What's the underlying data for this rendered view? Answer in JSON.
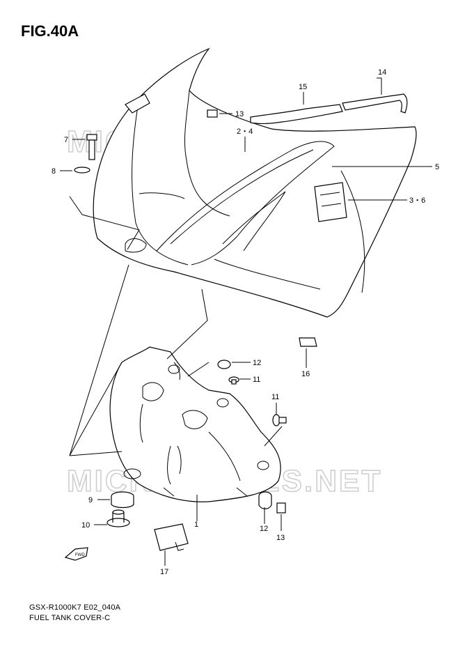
{
  "figure": {
    "title": "FIG.40A",
    "model_code": "GSX-R1000K7 E02_040A",
    "name": "FUEL TANK COVER-C"
  },
  "watermark": "MICROFICHES.NET",
  "fwd_arrow": "FWD",
  "callouts": [
    {
      "id": "14",
      "label": "14"
    },
    {
      "id": "15",
      "label": "15"
    },
    {
      "id": "13a",
      "label": "13"
    },
    {
      "id": "7",
      "label": "7"
    },
    {
      "id": "2-4",
      "label": "2・4"
    },
    {
      "id": "5",
      "label": "5"
    },
    {
      "id": "8",
      "label": "8"
    },
    {
      "id": "3-6",
      "label": "3・6"
    },
    {
      "id": "12a",
      "label": "12"
    },
    {
      "id": "11a",
      "label": "11"
    },
    {
      "id": "16",
      "label": "16"
    },
    {
      "id": "11b",
      "label": "11"
    },
    {
      "id": "9",
      "label": "9"
    },
    {
      "id": "1",
      "label": "1"
    },
    {
      "id": "10",
      "label": "10"
    },
    {
      "id": "12b",
      "label": "12"
    },
    {
      "id": "13b",
      "label": "13"
    },
    {
      "id": "17",
      "label": "17"
    }
  ]
}
